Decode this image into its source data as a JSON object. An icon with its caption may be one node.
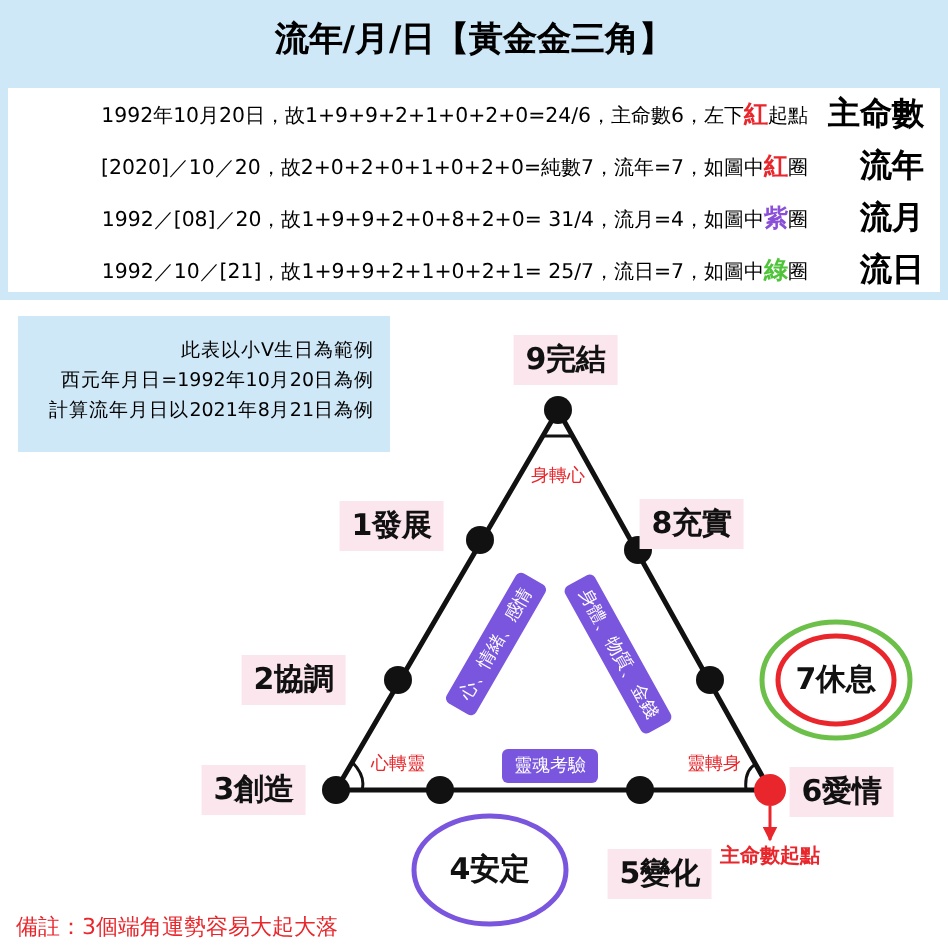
{
  "diagram": {
    "title": "流年/月/日【黃金金三角】",
    "nodes": [
      {
        "text": [
          "9完結"
        ]
      },
      {
        "text": [
          "1發展"
        ]
      },
      {
        "text": [
          "8充實"
        ]
      },
      {
        "text": [
          "2協調"
        ]
      },
      {
        "text": [
          "7休息"
        ]
      },
      {
        "text": [
          "3創造"
        ]
      },
      {
        "text": [
          "6愛情"
        ]
      },
      {
        "text": [
          "4安定"
        ]
      },
      {
        "text": [
          "5變化"
        ]
      },
      {
        "text": [],
        "shape": "circle"
      },
      {
        "text": [
          "主命數起點"
        ]
      },
      {
        "text": [
          "此表以小V生日為範例",
          "西元年月日=1992年10月20日為例",
          "計算流年月日以2021年8月21日為例"
        ]
      },
      {
        "text": [
          "心、情緒、感情"
        ]
      },
      {
        "text": [
          "身體、物質、金錢"
        ]
      },
      {
        "text": [
          "靈魂考驗"
        ]
      }
    ],
    "edges": [
      {
        "from": 9,
        "to": 10,
        "arrow": "to",
        "color": "#e8262b"
      }
    ],
    "labels": [
      "主命數",
      "1992年10月20日，故1+9+9+2+1+0+2+0=24/6，主命數6，左下",
      "紅",
      "起點",
      "流年",
      "[2020]／10／20，故2+0+2+0+1+0+2+0=純數7，流年=7，如圖中",
      "紅",
      "圈",
      "流月",
      "1992／[08]／20，故1+9+9+2+0+8+2+0= 31/4，流月=4，如圖中",
      "紫",
      "圈",
      "流日",
      "1992／10／[21]，故1+9+9+2+1+0+2+1= 25/7，流日=7，如圖中",
      "綠",
      "圈",
      "身轉心",
      "心轉靈",
      "靈轉身",
      "備註：3個端角運勢容易大起大落"
    ]
  }
}
